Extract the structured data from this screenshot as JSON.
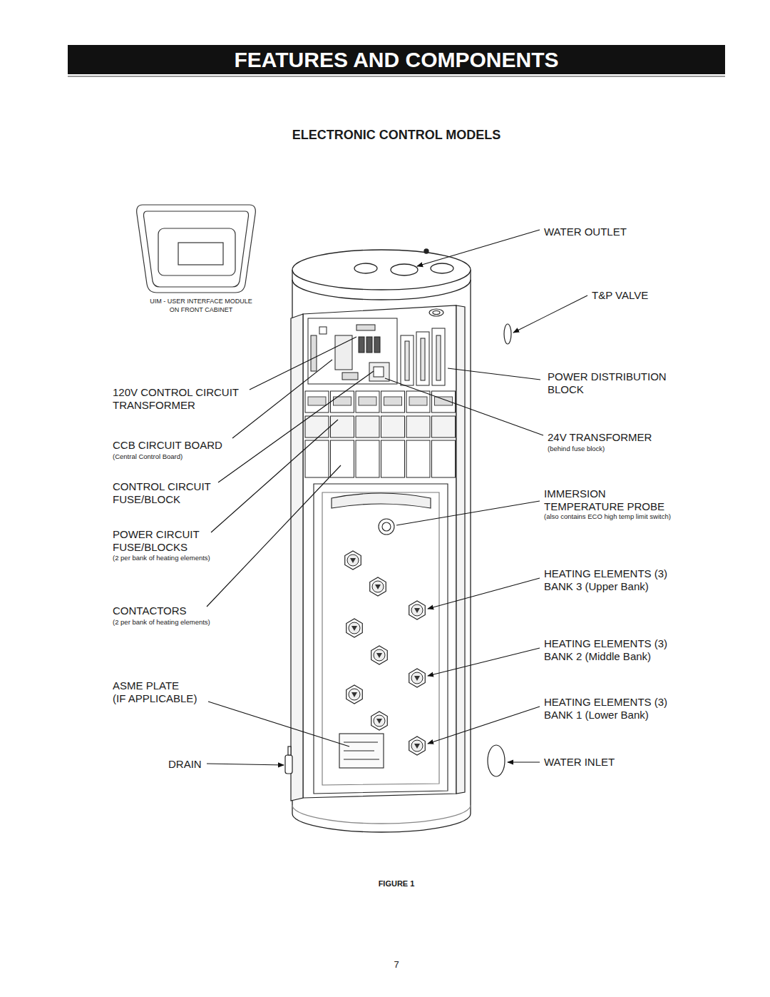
{
  "diagram": {
    "title": "FEATURES AND COMPONENTS",
    "caption": "FIGURE 1",
    "labels": [
      "ELECTRONIC CONTROL MODELS",
      "UIM - USER INTERFACE MODULE ON FRONT CABINET",
      "120V CONTROL CIRCUIT TRANSFORMER",
      "CCB CIRCUIT BOARD",
      "(Central Control Board)",
      "CONTROL CIRCUIT FUSE/BLOCK",
      "POWER CIRCUIT FUSE/BLOCKS",
      "(2 per bank of heating elements)",
      "CONTACTORS",
      "(2 per bank of heating elements)",
      "ASME PLATE (IF APPLICABLE)",
      "DRAIN",
      "WATER OUTLET",
      "T&P VALVE",
      "POWER DISTRIBUTION BLOCK",
      "24V TRANSFORMER",
      "(behind fuse block)",
      "IMMERSION TEMPERATURE PROBE",
      "(also contains ECO high temp limit switch)",
      "HEATING ELEMENTS (3) BANK 3 (Upper Bank)",
      "HEATING ELEMENTS (3) BANK 2 (Middle Bank)",
      "HEATING ELEMENTS (3) BANK 1 (Lower Bank)",
      "WATER INLET",
      "7"
    ]
  }
}
